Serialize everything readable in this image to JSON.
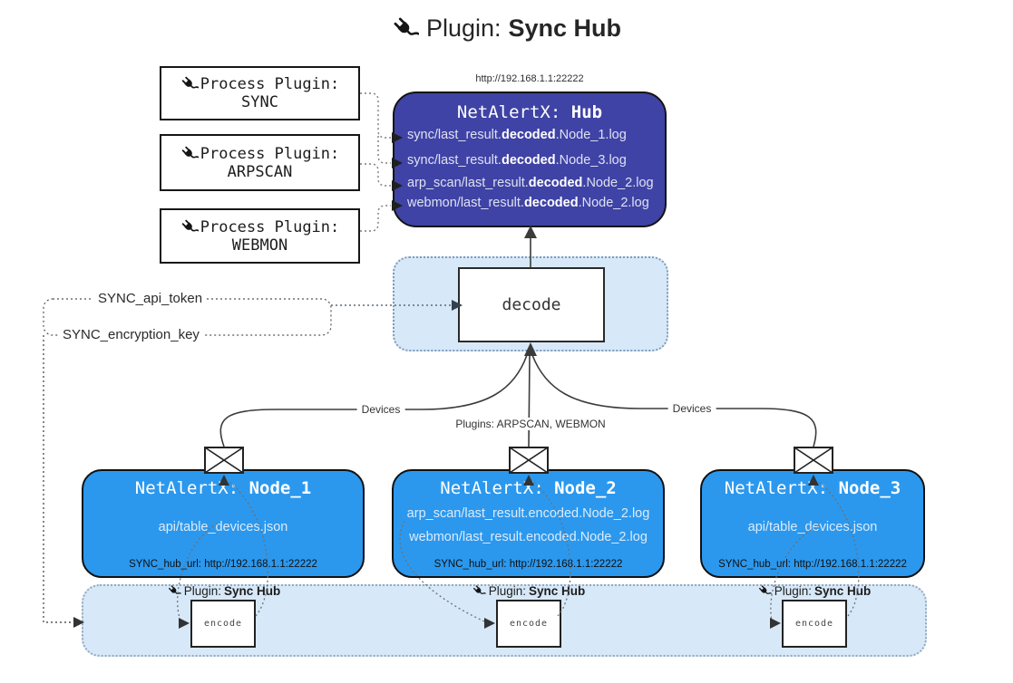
{
  "title": {
    "prefix": "Plugin:",
    "name": "Sync Hub"
  },
  "hub": {
    "url": "http://192.168.1.1:22222",
    "name_prefix": "NetAlertX: ",
    "name": "Hub",
    "logs": [
      {
        "pre": "sync/last_result.",
        "bold": "decoded",
        "post": ".Node_1.log"
      },
      {
        "pre": "sync/last_result.",
        "bold": "decoded",
        "post": ".Node_3.log"
      },
      {
        "pre": "arp_scan/last_result.",
        "bold": "decoded",
        "post": ".Node_2.log"
      },
      {
        "pre": "webmon/last_result.",
        "bold": "decoded",
        "post": ".Node_2.log"
      }
    ]
  },
  "process_plugins": [
    {
      "label": "Process Plugin:",
      "name": "SYNC"
    },
    {
      "label": "Process Plugin:",
      "name": "ARPSCAN"
    },
    {
      "label": "Process Plugin:",
      "name": "WEBMON"
    }
  ],
  "decode_box": {
    "label": "decode"
  },
  "config": {
    "api_token": "SYNC_api_token",
    "encryption_key": "SYNC_encryption_key"
  },
  "edge_labels": {
    "devices_left": "Devices",
    "plugins_mid": "Plugins: ARPSCAN, WEBMON",
    "devices_right": "Devices"
  },
  "nodes": [
    {
      "name_prefix": "NetAlertX: ",
      "name": "Node_1",
      "files": [
        "api/table_devices.json"
      ],
      "hub_url": "SYNC_hub_url: http://192.168.1.1:22222"
    },
    {
      "name_prefix": "NetAlertX: ",
      "name": "Node_2",
      "files": [
        "arp_scan/last_result.encoded.Node_2.log",
        "webmon/last_result.encoded.Node_2.log"
      ],
      "hub_url": "SYNC_hub_url: http://192.168.1.1:22222"
    },
    {
      "name_prefix": "NetAlertX: ",
      "name": "Node_3",
      "files": [
        "api/table_devices.json"
      ],
      "hub_url": "SYNC_hub_url: http://192.168.1.1:22222"
    }
  ],
  "encoder": {
    "label": "encode",
    "plugin_prefix": "Plugin:",
    "plugin_name": "Sync Hub"
  },
  "colors": {
    "hub_bg": "#3f43a5",
    "node_bg": "#2b98ee",
    "container_bg": "#d7e8f8",
    "border_dark": "#141414",
    "log_text": "#dfe1f2"
  }
}
